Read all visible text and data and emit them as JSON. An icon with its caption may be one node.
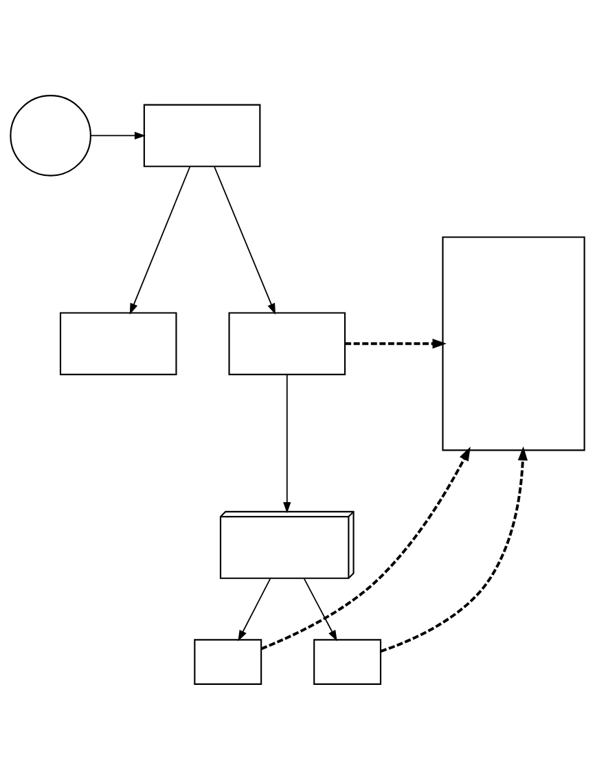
{
  "diagram": {
    "nodes": [
      {
        "text": [],
        "shape": "circle"
      },
      {
        "text": [],
        "shape": "box"
      },
      {
        "text": [],
        "shape": "box"
      },
      {
        "text": [],
        "shape": "box"
      },
      {
        "text": [],
        "shape": "stack"
      },
      {
        "text": [],
        "shape": "box"
      },
      {
        "text": [],
        "shape": "box"
      },
      {
        "text": [],
        "shape": "box"
      }
    ],
    "edges": [
      {
        "from": 0,
        "to": 1,
        "arrow": "to"
      },
      {
        "from": 1,
        "to": 2,
        "arrow": "to"
      },
      {
        "from": 1,
        "to": 3,
        "arrow": "to"
      },
      {
        "from": 3,
        "to": 7,
        "arrow": "to",
        "style": "dashed"
      },
      {
        "from": 3,
        "to": 4,
        "arrow": "to"
      },
      {
        "from": 4,
        "to": 5,
        "arrow": "to"
      },
      {
        "from": 4,
        "to": 6,
        "arrow": "to"
      },
      {
        "from": 5,
        "to": 7,
        "arrow": "to",
        "style": "dashed"
      },
      {
        "from": 6,
        "to": 7,
        "arrow": "to",
        "style": "dashed"
      }
    ]
  }
}
